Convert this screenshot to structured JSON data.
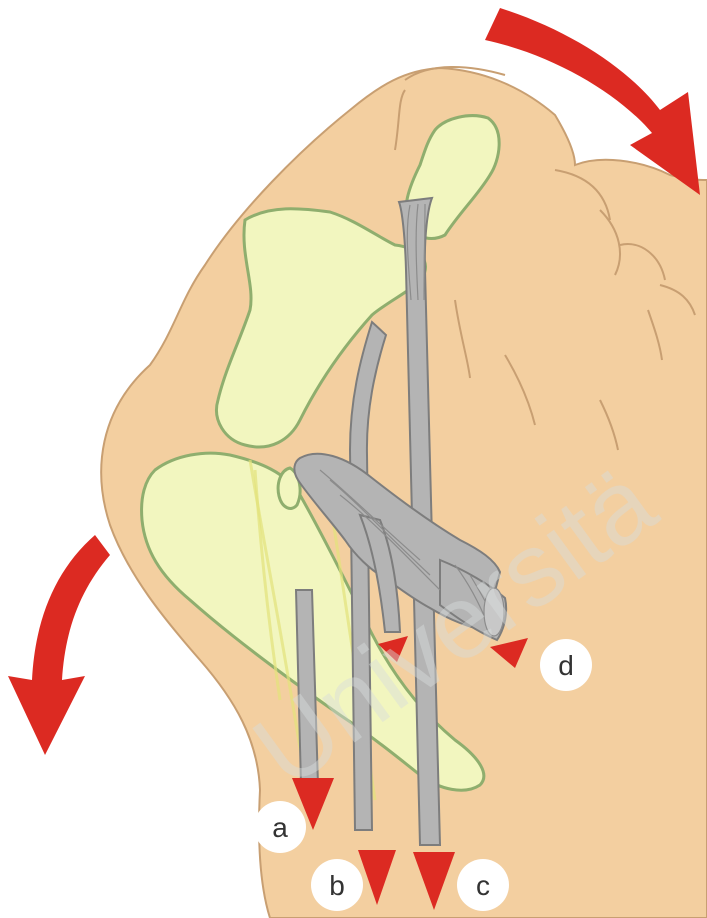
{
  "labels": {
    "a": "a",
    "b": "b",
    "c": "c",
    "d": "d"
  },
  "watermark": "Universitä",
  "colors": {
    "skin": "#f3cfa0",
    "skin_outline": "#c89f72",
    "bone": "#f2f6bf",
    "bone_outline": "#8fae6e",
    "tendon": "#b4b4b4",
    "tendon_outline": "#7d7d7d",
    "arrow": "#dc2a22",
    "label_circle": "#ffffff",
    "background": "#ffffff"
  },
  "icons": {
    "rotation_arrow_top": "curved-arrow-clockwise-icon",
    "rotation_arrow_left": "curved-arrow-down-icon",
    "pull_arrowhead": "triangle-down-icon"
  }
}
